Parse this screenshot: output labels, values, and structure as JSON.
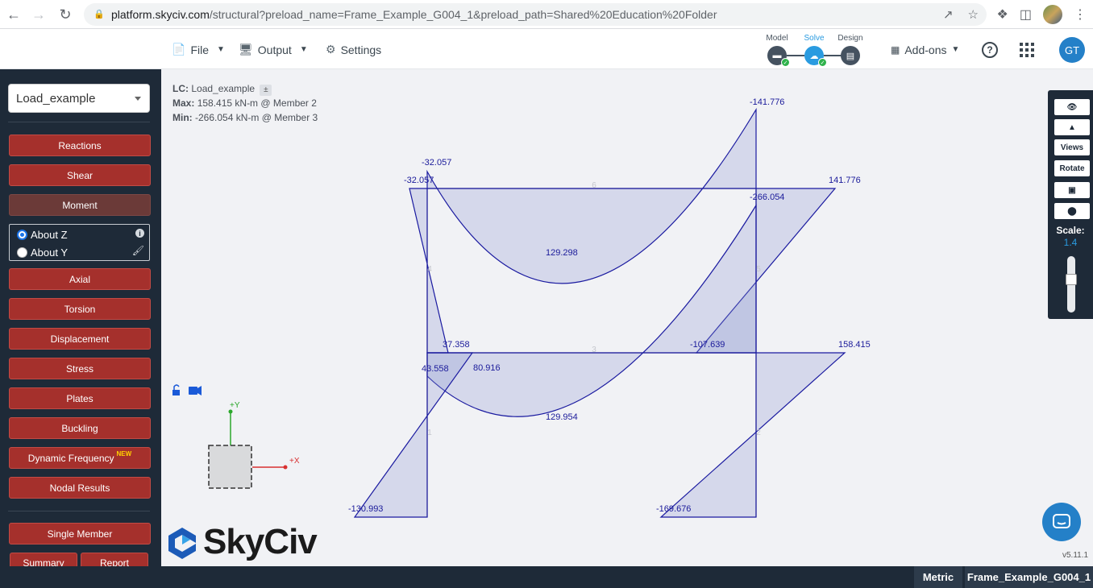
{
  "browser": {
    "url_host": "platform.skyciv.com",
    "url_path": "/structural?preload_name=Frame_Example_G004_1&preload_path=Shared%20Education%20Folder"
  },
  "header": {
    "file_label": "File",
    "output_label": "Output",
    "settings_label": "Settings",
    "steps": [
      "Model",
      "Solve",
      "Design"
    ],
    "addons_label": "Add-ons",
    "help_glyph": "?",
    "user_initials": "GT",
    "accent_color": "#2a9be0"
  },
  "sidebar": {
    "load_case": "Load_example",
    "buttons": [
      "Reactions",
      "Shear",
      "Moment"
    ],
    "about_z": "About Z",
    "about_y": "About Y",
    "buttons2": [
      "Axial",
      "Torsion",
      "Displacement",
      "Stress",
      "Plates",
      "Buckling"
    ],
    "dynamic_label": "Dynamic Frequency",
    "new_badge": "NEW",
    "nodal_label": "Nodal Results",
    "single_member": "Single Member",
    "summary": "Summary",
    "report": "Report",
    "button_color": "#a5302c"
  },
  "canvas": {
    "lc_key": "LC:",
    "lc_value": "Load_example",
    "pm_glyph": "±",
    "max_key": "Max:",
    "max_value": "158.415 kN-m @ Member 2",
    "min_key": "Min:",
    "min_value": "-266.054 kN-m @ Member 3",
    "member_ids": [
      "1",
      "2",
      "3",
      "4",
      "5",
      "6"
    ],
    "values": {
      "v_neg32a": "-32.057",
      "v_neg32b": "-32.057",
      "v_neg141": "-141.776",
      "v_141": "141.776",
      "v_neg266": "-266.054",
      "v_129a": "129.298",
      "v_37": "37.358",
      "v_43": "43.558",
      "v_80": "80.916",
      "v_neg107": "-107.639",
      "v_158": "158.415",
      "v_129b": "129.954",
      "v_neg130": "-130.993",
      "v_neg169": "-169.676"
    },
    "axis_y": "+Y",
    "axis_x": "+X",
    "views_label": "Views",
    "rotate_label": "Rotate",
    "scale_label": "Scale:",
    "scale_value": "1.4",
    "diagram_color": "#1a1aa0"
  },
  "brand": {
    "logo_text": "SkyCiv"
  },
  "status": {
    "units": "Metric",
    "file_name": "Frame_Example_G004_1",
    "version": "v5.11.1"
  }
}
